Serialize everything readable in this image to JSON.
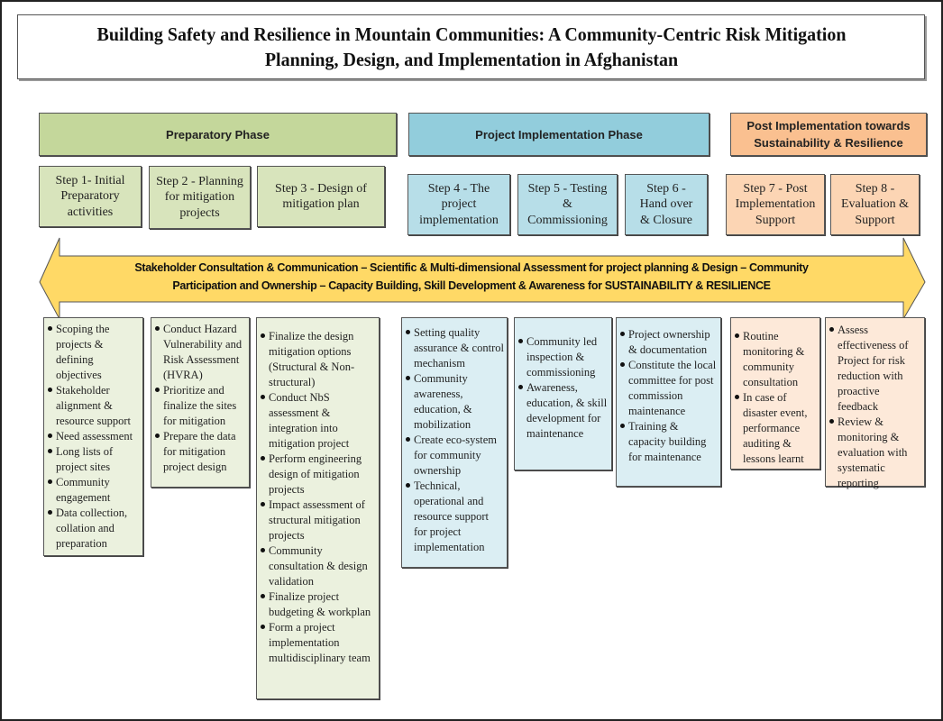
{
  "title": "Building Safety and Resilience in Mountain Communities: A Community-Centric Risk Mitigation Planning, Design, and Implementation in Afghanistan",
  "colors": {
    "preparatory_header": "#c4d79b",
    "preparatory_step": "#d8e4bc",
    "preparatory_detail": "#ebf1de",
    "implementation_header": "#92cddc",
    "implementation_step": "#b7dee8",
    "implementation_detail": "#dbeef3",
    "post_header": "#fac090",
    "post_step": "#fcd5b4",
    "post_detail": "#fde9d9",
    "arrow_fill": "#ffd966"
  },
  "phases": [
    {
      "label": "Preparatory Phase"
    },
    {
      "label": "Project Implementation Phase"
    },
    {
      "label": "Post Implementation towards Sustainability & Resilience"
    }
  ],
  "steps": [
    {
      "label": "Step 1- Initial Preparatory activities",
      "items": [
        "Scoping the projects & defining objectives",
        "Stakeholder alignment & resource support",
        "Need assessment",
        "Long lists of project sites",
        "Community engagement",
        "Data collection, collation and preparation"
      ]
    },
    {
      "label": "Step 2 - Planning for mitigation projects",
      "items": [
        "Conduct Hazard Vulnerability and Risk Assessment (HVRA)",
        "Prioritize and finalize the sites for mitigation",
        "Prepare the data for mitigation project design"
      ]
    },
    {
      "label": "Step 3 - Design of mitigation plan",
      "items": [
        "Finalize the design mitigation options (Structural & Non-structural)",
        "Conduct NbS assessment & integration into mitigation project",
        "Perform engineering design of mitigation projects",
        "Impact assessment of structural mitigation projects",
        "Community consultation & design validation",
        "Finalize project budgeting & workplan",
        "Form a project implementation multidisciplinary team"
      ]
    },
    {
      "label": "Step 4 - The project implementation",
      "items": [
        "Setting quality assurance & control mechanism",
        "Community awareness, education, & mobilization",
        "Create eco-system for community ownership",
        "Technical, operational and resource support for project implementation"
      ]
    },
    {
      "label": "Step 5 - Testing & Commissioning",
      "items": [
        "Community led inspection & commissioning",
        "Awareness, education, & skill development for maintenance"
      ]
    },
    {
      "label": "Step 6 - Hand over & Closure",
      "items": [
        "Project ownership & documentation",
        "Constitute the local committee for post commission maintenance",
        "Training & capacity building for maintenance"
      ]
    },
    {
      "label": "Step 7 - Post Implementation Support",
      "items": [
        "Routine monitoring & community consultation",
        "In case of disaster event, performance auditing & lessons learnt"
      ]
    },
    {
      "label": "Step 8 - Evaluation & Support",
      "items": [
        "Assess effectiveness of Project for risk reduction with proactive feedback",
        "Review & monitoring & evaluation with systematic reporting"
      ]
    }
  ],
  "banner": {
    "line1": "Stakeholder Consultation &  Communication – Scientific & Multi-dimensional Assessment  for project planning & Design – Community",
    "line2": "Participation and Ownership – Capacity Building, Skill Development & Awareness for SUSTAINABILITY & RESILIENCE"
  }
}
